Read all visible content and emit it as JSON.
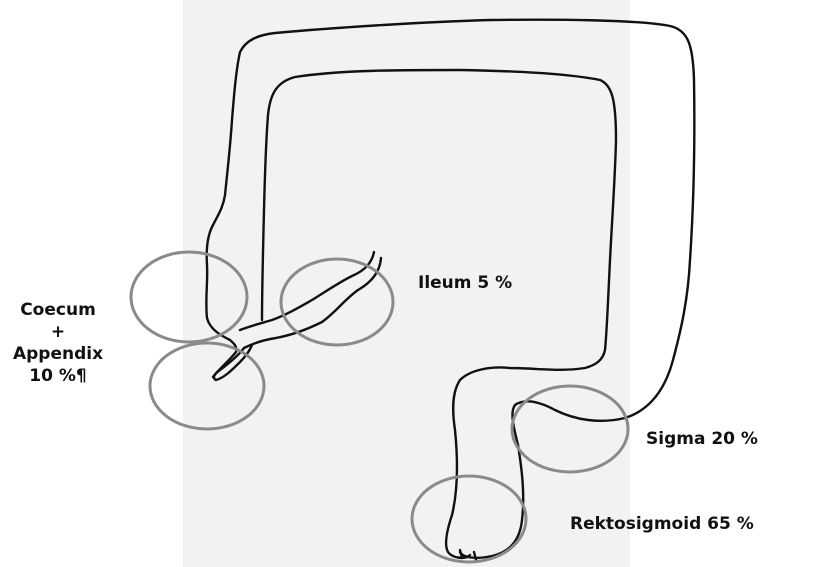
{
  "colors": {
    "outline": "#111111",
    "circle": "#8a8a8a",
    "paper": "#f2f2f0"
  },
  "labels": {
    "ileum": "Ileum 5 %",
    "sigma": "Sigma 20 %",
    "rektosigmoid": "Rektosigmoid 65 %",
    "coecum": {
      "line1": "Coecum",
      "line2": "+",
      "line3": "Appendix",
      "line4": "10 %¶"
    }
  }
}
